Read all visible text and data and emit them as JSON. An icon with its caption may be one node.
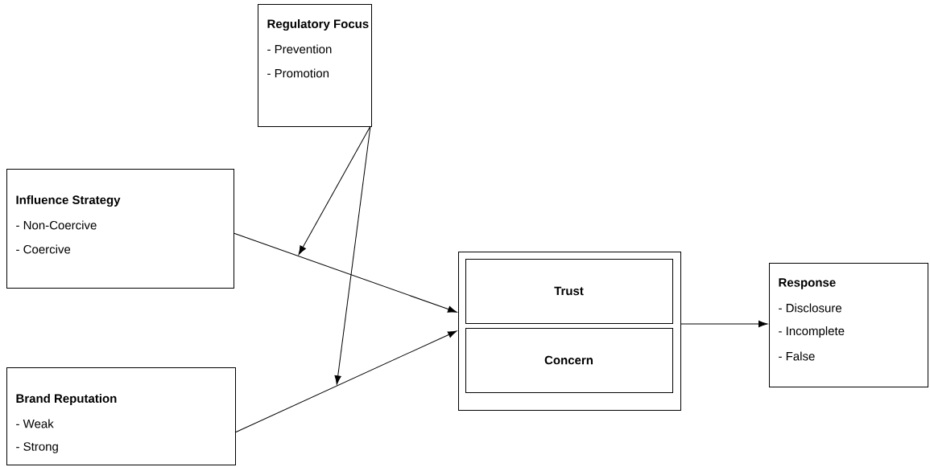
{
  "diagram": {
    "nodes": [
      {
        "text": [
          "Regulatory Focus",
          "- Prevention",
          "- Promotion"
        ]
      },
      {
        "text": [
          "Influence Strategy",
          "- Non-Coercive",
          "- Coercive"
        ]
      },
      {
        "text": [
          "Brand Reputation",
          "- Weak",
          "- Strong"
        ]
      },
      {
        "text": [],
        "shape": "box"
      },
      {
        "text": [
          "Trust"
        ],
        "in": 3
      },
      {
        "text": [
          "Concern"
        ],
        "in": 3
      },
      {
        "text": [
          "Response",
          "- Disclosure",
          "- Incomplete",
          "- False"
        ]
      }
    ],
    "edges": [
      {
        "from": 1,
        "to": 3,
        "arrow": "to"
      },
      {
        "from": 2,
        "to": 3,
        "arrow": "to"
      },
      {
        "from": 0,
        "to": null,
        "arrow": "to"
      },
      {
        "from": 0,
        "to": null,
        "arrow": "to"
      },
      {
        "from": 3,
        "to": 6,
        "arrow": "to"
      }
    ]
  }
}
